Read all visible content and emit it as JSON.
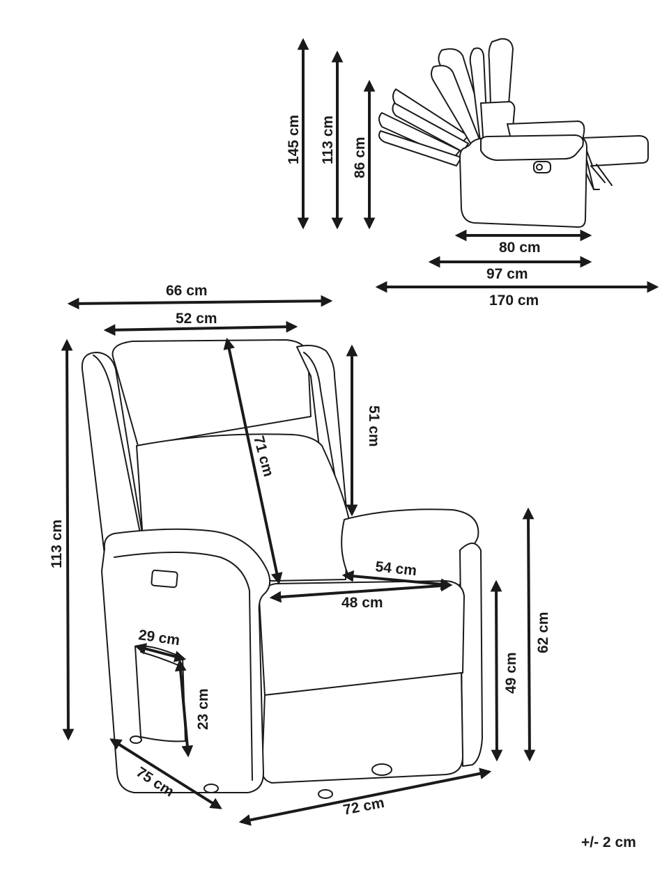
{
  "side_view": {
    "heights": [
      "145 cm",
      "113 cm",
      "86 cm"
    ],
    "depths": [
      "80 cm",
      "97 cm",
      "170 cm"
    ]
  },
  "front_view": {
    "total_width": "66 cm",
    "seat_width_top": "52 cm",
    "backrest_height": "71 cm",
    "backrest_above_armrest": "51 cm",
    "total_height": "113 cm",
    "armrest_depth": "54 cm",
    "seat_width": "48 cm",
    "pocket_width": "29 cm",
    "pocket_height": "23 cm",
    "seat_height": "49 cm",
    "armrest_height": "62 cm",
    "depth": "75 cm",
    "base_width": "72 cm"
  },
  "tolerance": "+/- 2 cm"
}
